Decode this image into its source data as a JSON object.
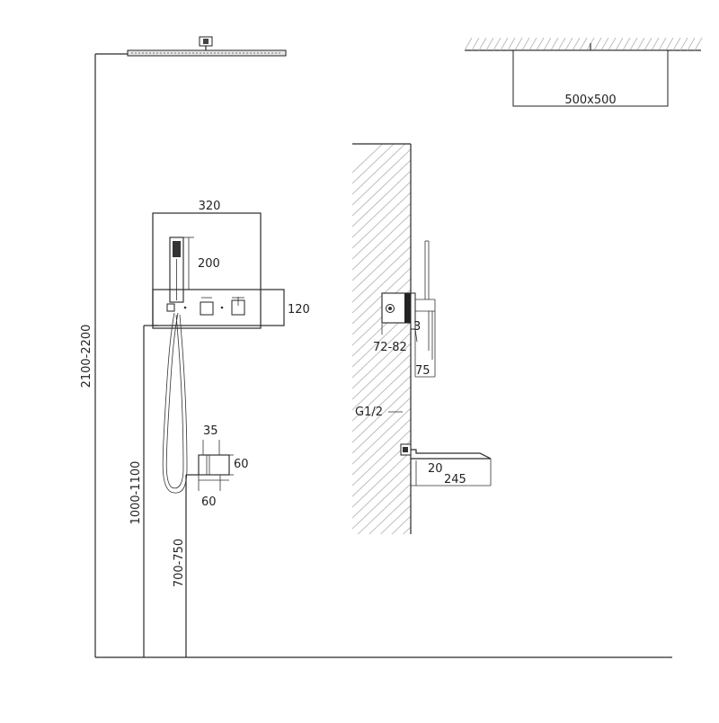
{
  "diagram": {
    "labels": {
      "head_size": "500x500",
      "panel_width": "320",
      "handheld_height": "200",
      "panel_height": "120",
      "total_height": "2100-2200",
      "panel_mount_height": "1000-1100",
      "spout_mount_height": "700-750",
      "outlet_width": "35",
      "outlet_height": "60",
      "outlet_depth": "60",
      "panel_depth": "72-82",
      "panel_offset": "3",
      "handheld_projection": "75",
      "thread": "G1/2",
      "spout_offset": "20",
      "spout_length": "245"
    }
  }
}
